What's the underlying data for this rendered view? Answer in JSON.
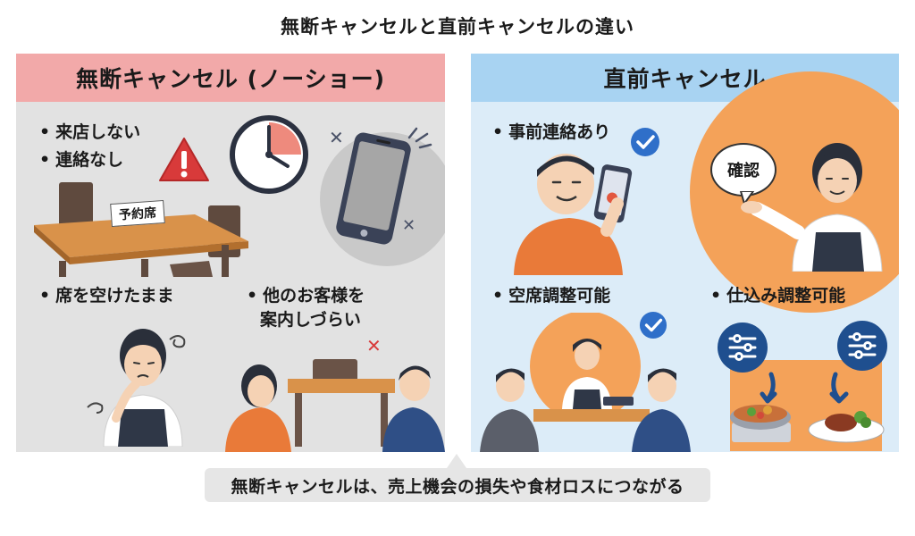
{
  "title": "無断キャンセルと直前キャンセルの違い",
  "left": {
    "header": "無断キャンセル (ノーショー)",
    "bullets": {
      "b1": "来店しない",
      "b2": "連絡なし",
      "b3": "席を空けたまま",
      "b4_line1": "他のお客様を",
      "b4_line2": "案内しづらい"
    },
    "reserved_sign": "予約席",
    "bullet_char": "•"
  },
  "right": {
    "header": "直前キャンセル",
    "bullets": {
      "b1": "事前連絡あり",
      "b2": "空席調整可能",
      "b3": "仕込み調整可能"
    },
    "speech_bubble": "確認",
    "bullet_char": "•"
  },
  "caption": "無断キャンセルは、売上機会の損失や食材ロスにつながる",
  "colors": {
    "left_header": "#f2a9a9",
    "left_panel": "#e2e2e2",
    "right_header": "#a8d3f2",
    "right_panel": "#dcecf8",
    "orange": "#f4a259",
    "check_blue": "#2f6fc9",
    "warning_red": "#d83a3a"
  }
}
